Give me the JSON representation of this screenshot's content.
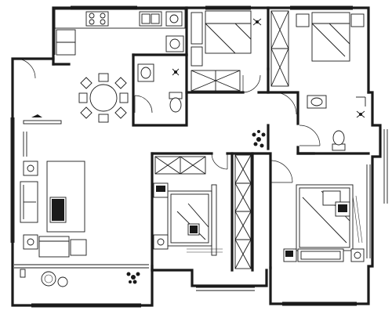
{
  "plan": {
    "type": "residential floor plan",
    "rooms": [
      {
        "id": "kitchen",
        "features": [
          "stove",
          "sink",
          "refrigerator"
        ]
      },
      {
        "id": "living-room",
        "features": [
          "sofa",
          "armchair",
          "coffee-table",
          "side-table",
          "tv-cabinet"
        ]
      },
      {
        "id": "dining-area",
        "features": [
          "round-dining-table",
          "dining-chairs"
        ]
      },
      {
        "id": "bedroom-north-1",
        "features": [
          "bed",
          "wardrobe"
        ]
      },
      {
        "id": "bedroom-north-2",
        "features": [
          "bed",
          "wardrobe"
        ]
      },
      {
        "id": "bathroom-1",
        "features": [
          "toilet",
          "washbasin"
        ]
      },
      {
        "id": "bathroom-2",
        "features": [
          "toilet",
          "washbasin"
        ]
      },
      {
        "id": "bedroom-south-1",
        "features": [
          "double-bed",
          "wardrobe",
          "nightstands"
        ]
      },
      {
        "id": "master-bedroom",
        "features": [
          "double-bed",
          "nightstands"
        ]
      },
      {
        "id": "balcony",
        "features": [
          "round-table",
          "chairs",
          "plant"
        ]
      }
    ],
    "icons": [
      "plant-icon",
      "stove-icon",
      "sink-icon",
      "toilet-icon",
      "washbasin-icon",
      "bed-icon",
      "sofa-icon",
      "door-swing-icon"
    ]
  }
}
